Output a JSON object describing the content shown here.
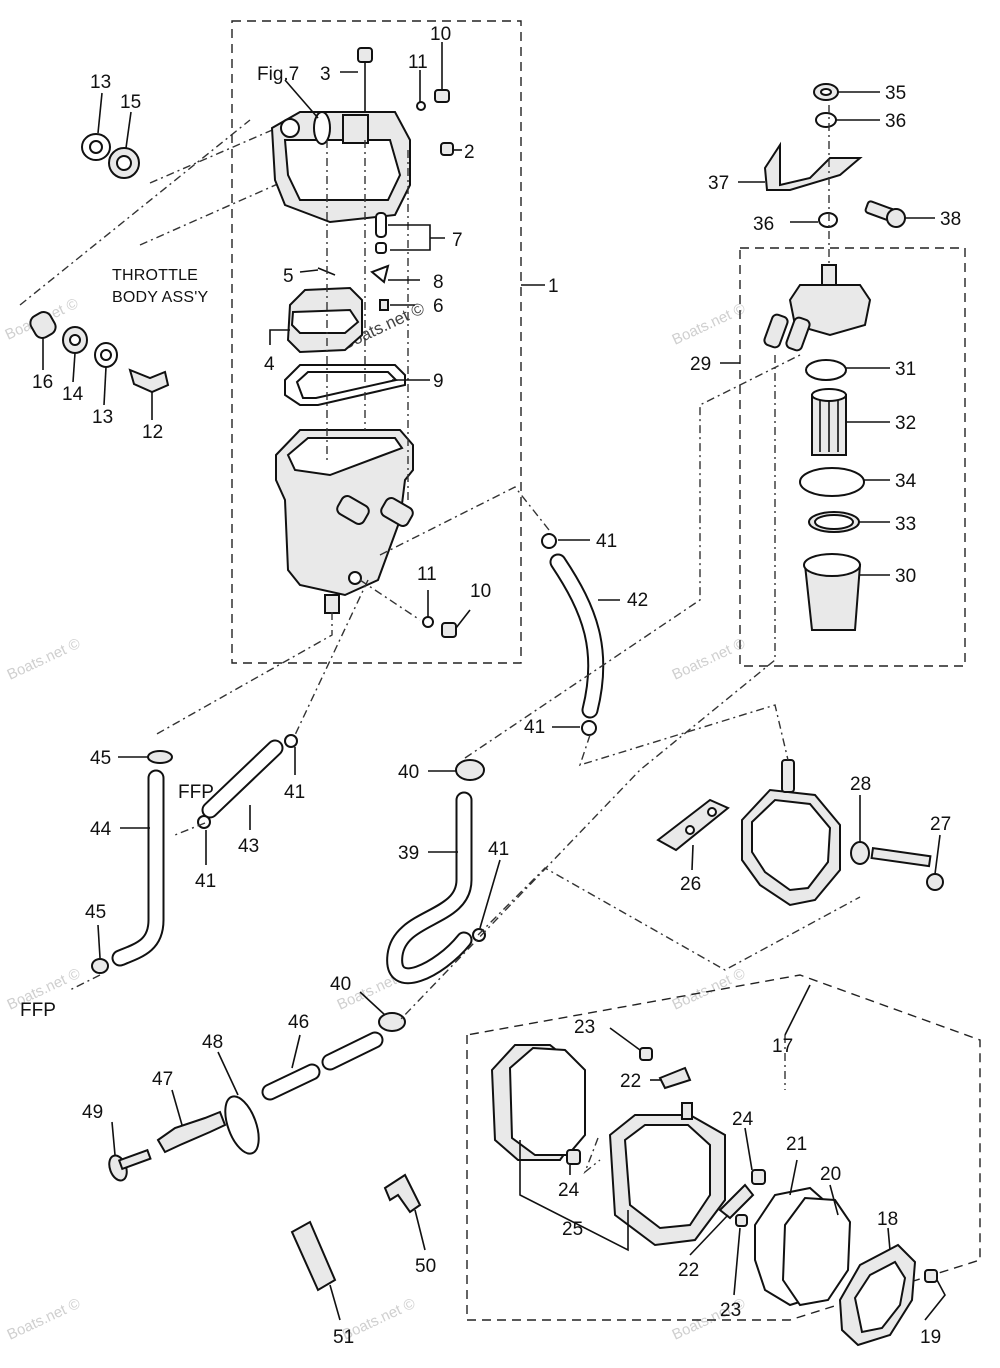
{
  "labels": {
    "p1": "1",
    "p2": "2",
    "p3": "3",
    "p4": "4",
    "p5": "5",
    "p6": "6",
    "p7": "7",
    "p8": "8",
    "p9": "9",
    "p10a": "10",
    "p10b": "10",
    "p11a": "11",
    "p11b": "11",
    "p12": "12",
    "p13a": "13",
    "p13b": "13",
    "p14": "14",
    "p15": "15",
    "p16": "16",
    "p17": "17",
    "p18": "18",
    "p19": "19",
    "p20": "20",
    "p21": "21",
    "p22a": "22",
    "p22b": "22",
    "p23a": "23",
    "p23b": "23",
    "p24a": "24",
    "p24b": "24",
    "p25": "25",
    "p26": "26",
    "p27": "27",
    "p28": "28",
    "p29": "29",
    "p30": "30",
    "p31": "31",
    "p32": "32",
    "p33": "33",
    "p34": "34",
    "p35": "35",
    "p36a": "36",
    "p36b": "36",
    "p37": "37",
    "p38": "38",
    "p39": "39",
    "p40a": "40",
    "p40b": "40",
    "p41a": "41",
    "p41b": "41",
    "p41c": "41",
    "p41d": "41",
    "p41e": "41",
    "p42": "42",
    "p43": "43",
    "p44": "44",
    "p45a": "45",
    "p45b": "45",
    "p46": "46",
    "p47": "47",
    "p48": "48",
    "p49": "49",
    "p50": "50",
    "p51": "51"
  },
  "notes": {
    "fig7": "Fig.7",
    "throttle_line1": "THROTTLE",
    "throttle_line2": "BODY ASS'Y",
    "ffp_a": "FFP",
    "ffp_b": "FFP"
  },
  "watermarks": {
    "wm1": "Boats.net ©",
    "wm2": "Boats.net ©",
    "wm3": "Boats.net ©",
    "wm4": "Boats.net ©",
    "wm5": "Boats.net ©",
    "wm6": "Boats.net ©",
    "wm7": "Boats.net ©",
    "wm8": "Boats.net ©",
    "wm9": "Boats.net ©",
    "wm10": "Boats.net ©",
    "wm_center": "Boats.net ©"
  }
}
